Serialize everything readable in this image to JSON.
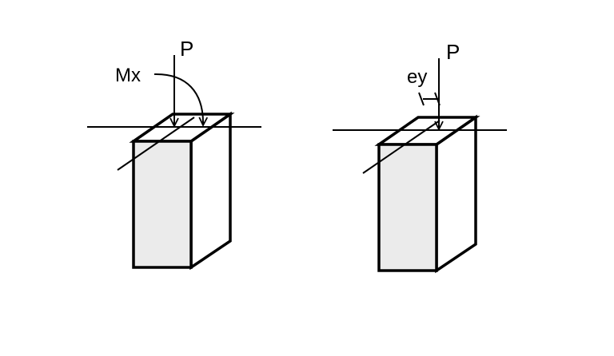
{
  "colors": {
    "stroke": "#000000",
    "front_face": "#ebebeb",
    "background": "#ffffff"
  },
  "left_figure": {
    "load_label": "P",
    "moment_label": "Mx"
  },
  "right_figure": {
    "load_label": "P",
    "eccentricity_label": "ey"
  }
}
